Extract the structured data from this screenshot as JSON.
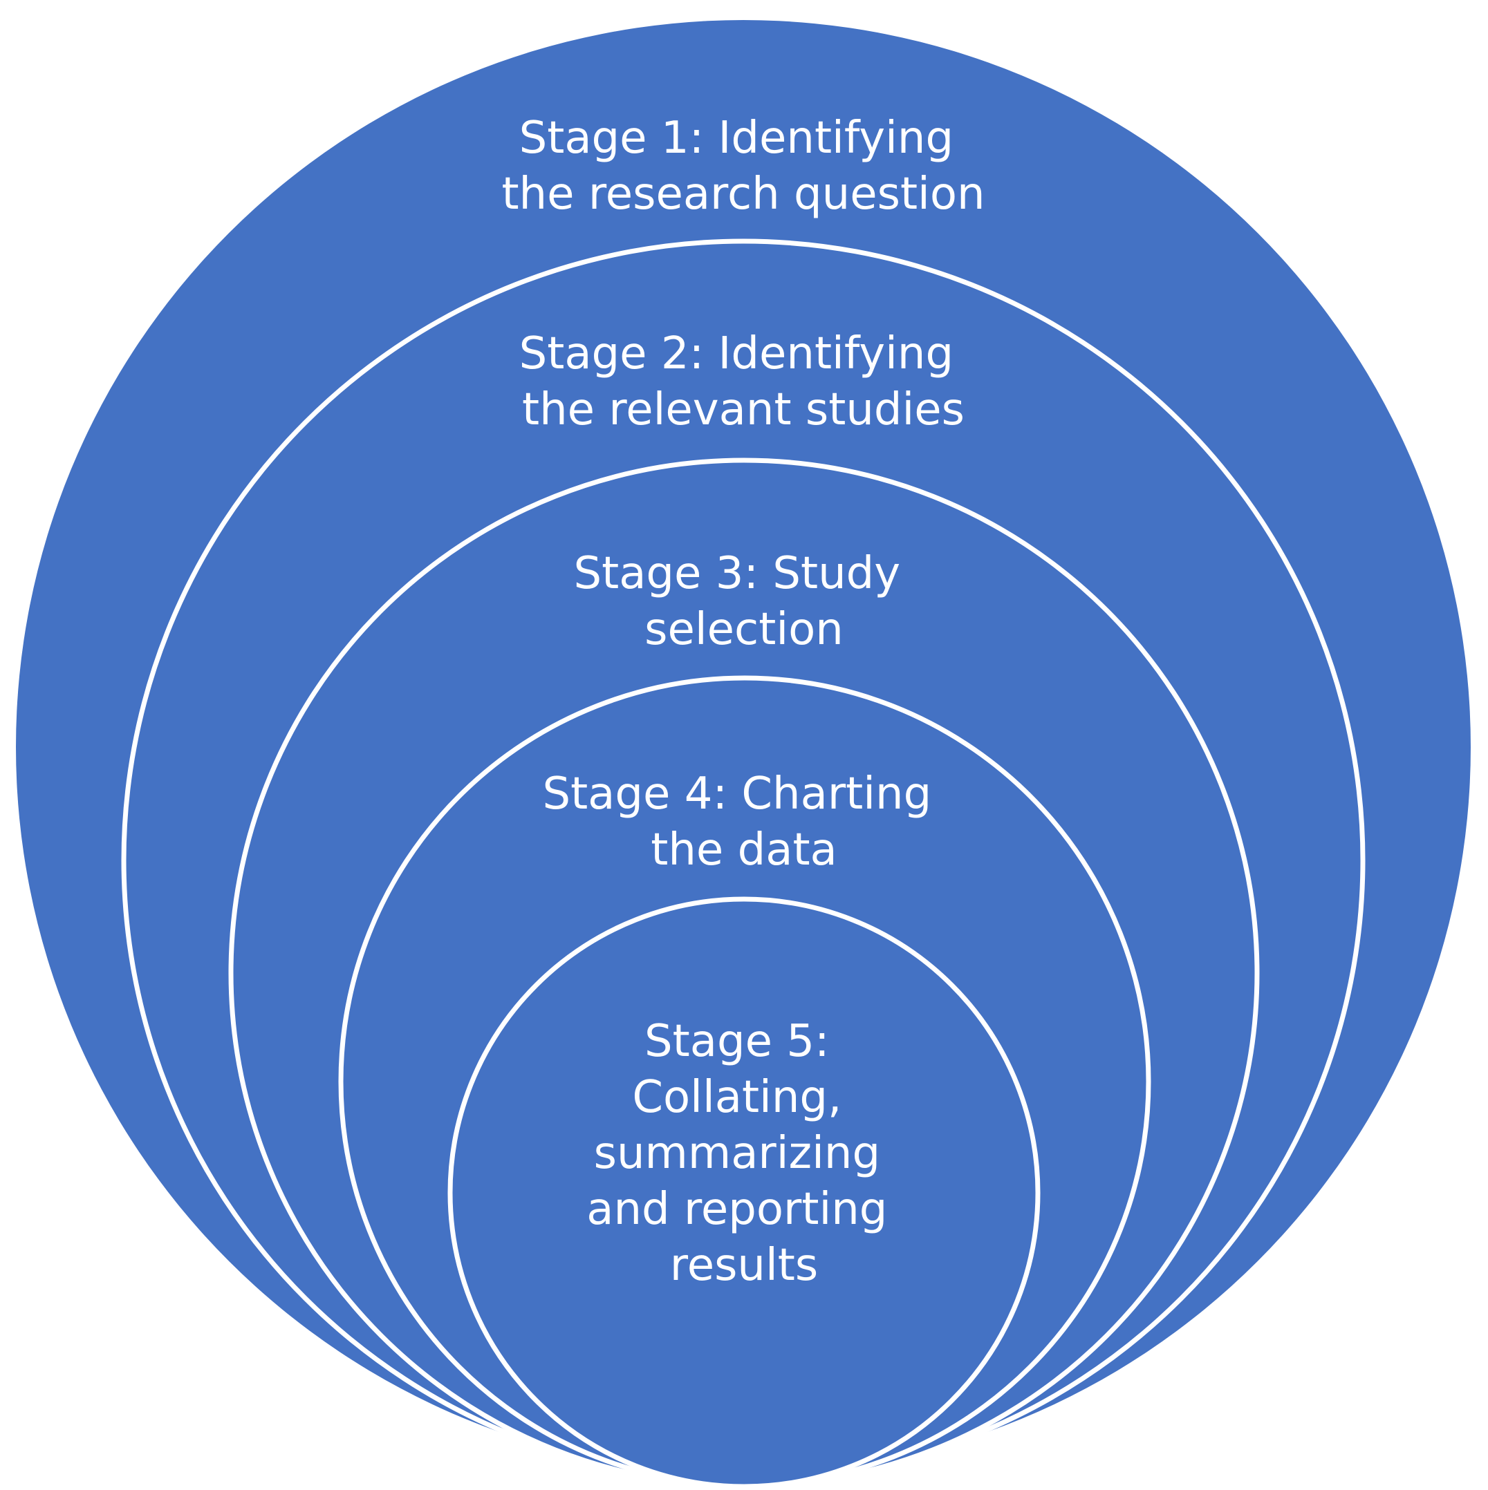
{
  "diagram": {
    "colors": {
      "fill": "#4472C4",
      "ring": "#FFFFFF",
      "text": "#FFFFFF",
      "background": "#FFFFFF"
    },
    "stages": [
      {
        "lines": [
          "Stage 1: Identifying",
          "the research question"
        ]
      },
      {
        "lines": [
          "Stage 2: Identifying",
          "the relevant studies"
        ]
      },
      {
        "lines": [
          "Stage 3: Study",
          "selection"
        ]
      },
      {
        "lines": [
          "Stage 4: Charting",
          "the data"
        ]
      },
      {
        "lines": [
          "Stage 5:",
          "Collating,",
          "summarizing",
          "and reporting",
          "results"
        ]
      }
    ]
  }
}
